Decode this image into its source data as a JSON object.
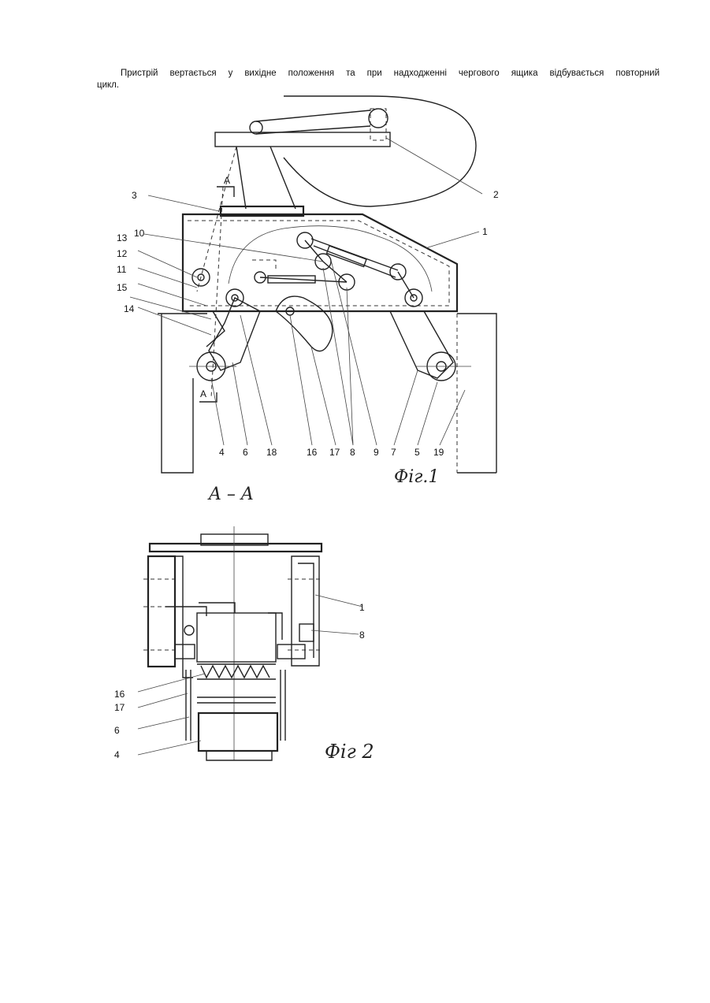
{
  "paragraph": {
    "line1": "Пристрій вертається у вихідне положення та при надходженні чергового ящика відбувається повторний",
    "line2": "цикл."
  },
  "fig1": {
    "caption": "Фіг.1",
    "section_mark": "A",
    "section_caption": "A – A",
    "labels": {
      "l1": "1",
      "l2": "2",
      "l3": "3",
      "l4": "4",
      "l5": "5",
      "l6": "6",
      "l7": "7",
      "l8": "8",
      "l9": "9",
      "l10": "10",
      "l11": "11",
      "l12": "12",
      "l13": "13",
      "l14": "14",
      "l15": "15",
      "l16": "16",
      "l17": "17",
      "l18": "18",
      "l19": "19"
    }
  },
  "fig2": {
    "caption": "Фіг 2",
    "labels": {
      "l1": "1",
      "l8": "8",
      "l16": "16",
      "l17": "17",
      "l6": "6",
      "l4": "4"
    }
  }
}
